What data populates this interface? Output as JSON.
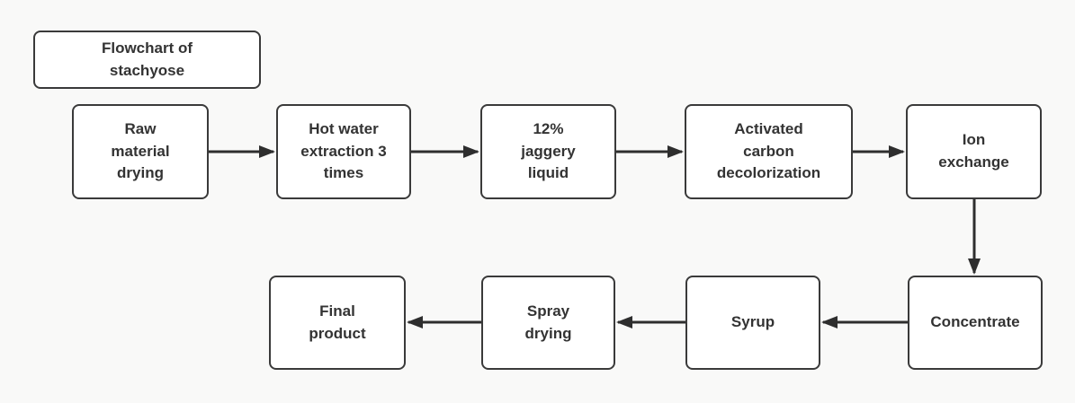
{
  "diagram": {
    "title": {
      "label": "Flowchart of\nstachyose"
    },
    "nodes": [
      {
        "id": "raw-material-drying",
        "label": "Raw\nmaterial\ndrying"
      },
      {
        "id": "hot-water-extraction",
        "label": "Hot water\nextraction 3\ntimes"
      },
      {
        "id": "jaggery-liquid",
        "label": "12%\njaggery\nliquid"
      },
      {
        "id": "activated-carbon-decolorization",
        "label": "Activated\ncarbon\ndecolorization"
      },
      {
        "id": "ion-exchange",
        "label": "Ion\nexchange"
      },
      {
        "id": "concentrate",
        "label": "Concentrate"
      },
      {
        "id": "syrup",
        "label": "Syrup"
      },
      {
        "id": "spray-drying",
        "label": "Spray\ndrying"
      },
      {
        "id": "final-product",
        "label": "Final\nproduct"
      }
    ],
    "flow": [
      "raw-material-drying -> hot-water-extraction",
      "hot-water-extraction -> jaggery-liquid",
      "jaggery-liquid -> activated-carbon-decolorization",
      "activated-carbon-decolorization -> ion-exchange",
      "ion-exchange -> concentrate",
      "concentrate -> syrup",
      "syrup -> spray-drying",
      "spray-drying -> final-product"
    ],
    "colors": {
      "background": "#f9f9f8",
      "node_fill": "#ffffff",
      "node_border": "#3a3a3a",
      "text": "#333333",
      "arrow": "#2e2e2e"
    }
  }
}
